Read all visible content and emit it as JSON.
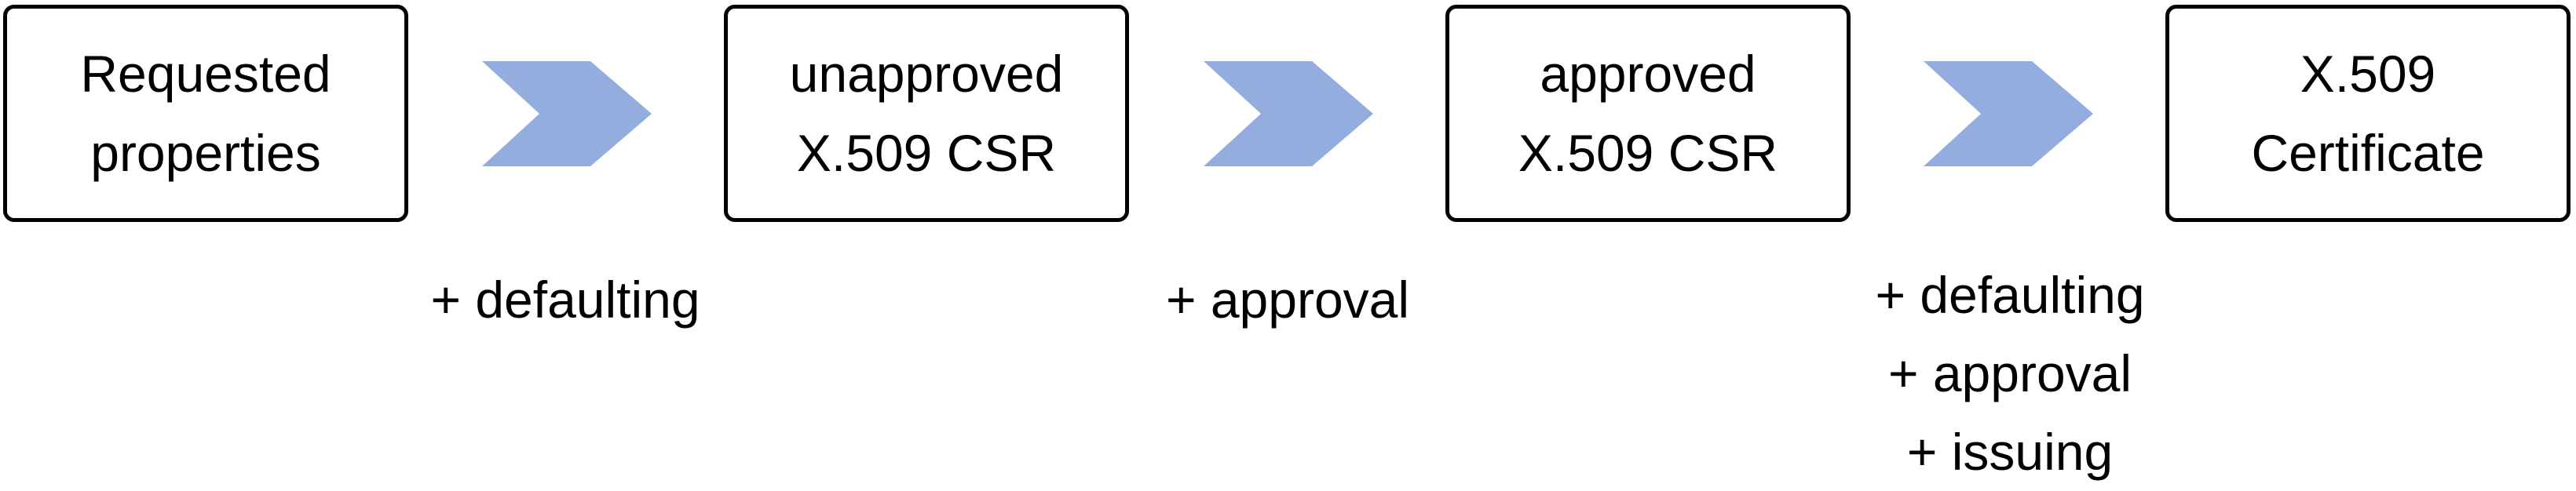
{
  "colors": {
    "arrow_fill": "#92ADDE",
    "box_border": "#000000",
    "text": "#000000",
    "background": "#FFFFFF"
  },
  "stages": [
    {
      "lines": [
        "Requested",
        "properties"
      ]
    },
    {
      "lines": [
        "unapproved",
        "X.509 CSR"
      ]
    },
    {
      "lines": [
        "approved",
        "X.509 CSR"
      ]
    },
    {
      "lines": [
        "X.509",
        "Certificate"
      ]
    }
  ],
  "transitions": [
    {
      "icon": "chevron-arrow-icon",
      "lines": [
        "+ defaulting"
      ]
    },
    {
      "icon": "chevron-arrow-icon",
      "lines": [
        "+ approval"
      ]
    },
    {
      "icon": "chevron-arrow-icon",
      "lines": [
        "+ defaulting",
        "+ approval",
        "+ issuing"
      ]
    }
  ]
}
